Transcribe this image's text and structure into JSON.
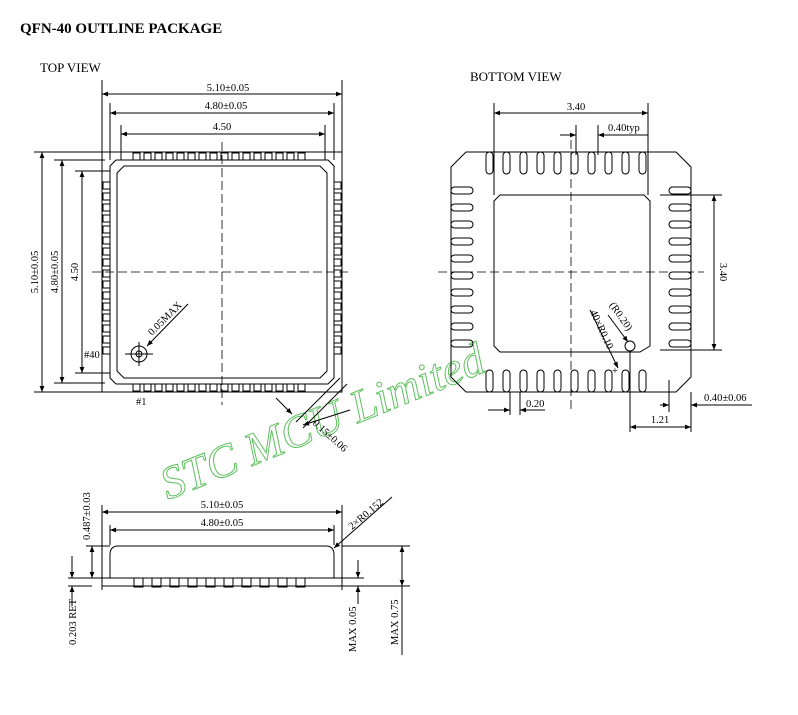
{
  "title": "QFN-40 OUTLINE PACKAGE",
  "top_view": {
    "label": "TOP VIEW",
    "dim_510": "5.10±0.05",
    "dim_480": "4.80±0.05",
    "dim_450": "4.50",
    "dim_510_v": "5.10±0.05",
    "dim_480_v": "4.80±0.05",
    "dim_450_v": "4.50",
    "dim_005max": "0.05MAX",
    "dim_015": "0.15±0.06",
    "pin40": "#40",
    "pin1": "#1"
  },
  "bottom_view": {
    "label": "BOTTOM VIEW",
    "dim_340": "3.40",
    "dim_040typ": "0.40typ",
    "dim_340_v": "3.40",
    "dim_r020": "(R0.20)",
    "dim_40r010": "40×R0.10",
    "dim_020": "0.20",
    "dim_121": "1.21",
    "dim_040": "0.40±0.06"
  },
  "side_view": {
    "dim_510": "5.10±0.05",
    "dim_480": "4.80±0.05",
    "dim_0487": "0.487±0.03",
    "dim_r0152": "2×R0.152",
    "dim_0203": "0.203 RET",
    "dim_max005": "MAX 0.05",
    "dim_max075": "MAX 0.75"
  },
  "watermark": "STC MCU Limited",
  "colors": {
    "watermark": "#5fc05f",
    "line": "#000000"
  }
}
